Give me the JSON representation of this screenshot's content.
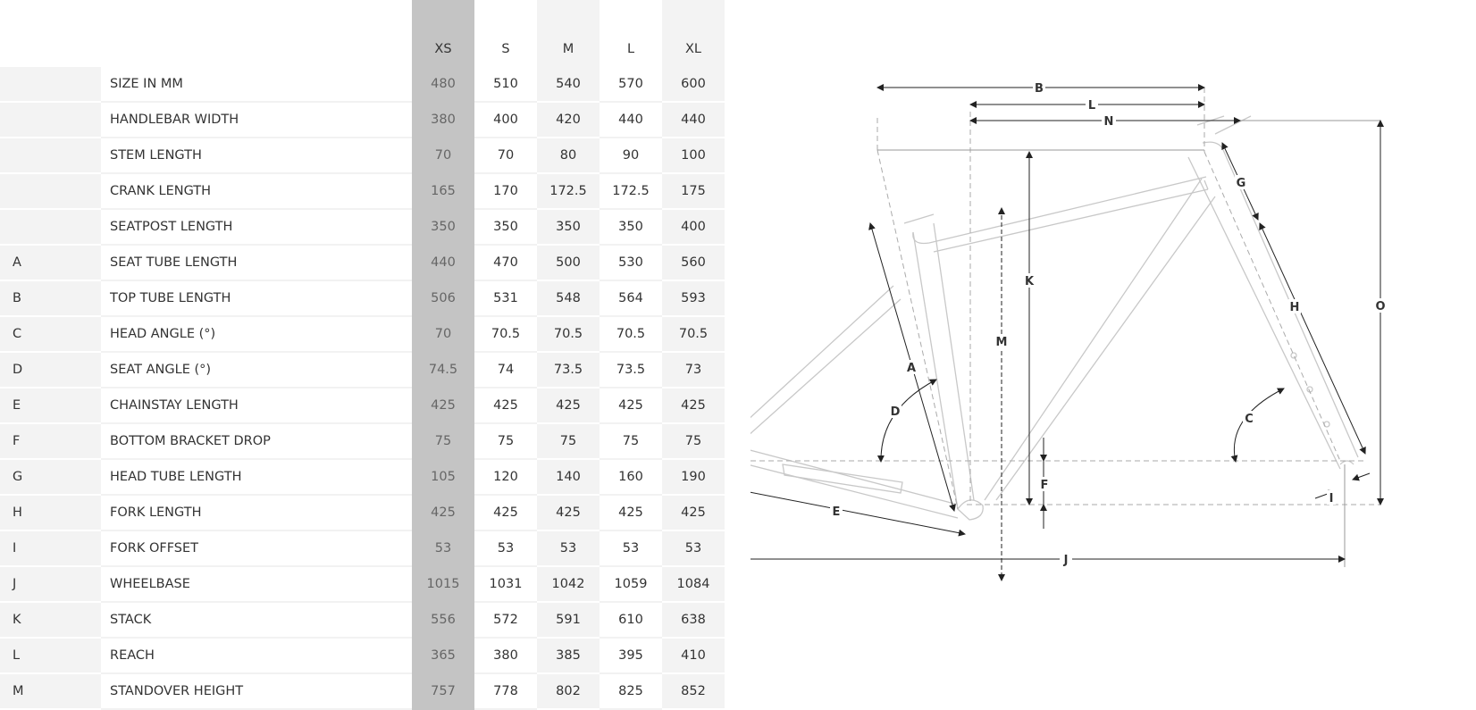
{
  "sizes": [
    "XS",
    "S",
    "M",
    "L",
    "XL"
  ],
  "rows": [
    {
      "letter": "",
      "label": "SIZE IN MM",
      "values": [
        "480",
        "510",
        "540",
        "570",
        "600"
      ]
    },
    {
      "letter": "",
      "label": "HANDLEBAR WIDTH",
      "values": [
        "380",
        "400",
        "420",
        "440",
        "440"
      ]
    },
    {
      "letter": "",
      "label": "STEM LENGTH",
      "values": [
        "70",
        "70",
        "80",
        "90",
        "100"
      ]
    },
    {
      "letter": "",
      "label": "CRANK LENGTH",
      "values": [
        "165",
        "170",
        "172.5",
        "172.5",
        "175"
      ]
    },
    {
      "letter": "",
      "label": "SEATPOST LENGTH",
      "values": [
        "350",
        "350",
        "350",
        "350",
        "400"
      ]
    },
    {
      "letter": "A",
      "label": "SEAT TUBE LENGTH",
      "values": [
        "440",
        "470",
        "500",
        "530",
        "560"
      ]
    },
    {
      "letter": "B",
      "label": "TOP TUBE LENGTH",
      "values": [
        "506",
        "531",
        "548",
        "564",
        "593"
      ]
    },
    {
      "letter": "C",
      "label": "HEAD ANGLE (°)",
      "values": [
        "70",
        "70.5",
        "70.5",
        "70.5",
        "70.5"
      ]
    },
    {
      "letter": "D",
      "label": "SEAT ANGLE (°)",
      "values": [
        "74.5",
        "74",
        "73.5",
        "73.5",
        "73"
      ]
    },
    {
      "letter": "E",
      "label": "CHAINSTAY LENGTH",
      "values": [
        "425",
        "425",
        "425",
        "425",
        "425"
      ]
    },
    {
      "letter": "F",
      "label": "BOTTOM BRACKET DROP",
      "values": [
        "75",
        "75",
        "75",
        "75",
        "75"
      ]
    },
    {
      "letter": "G",
      "label": "HEAD TUBE LENGTH",
      "values": [
        "105",
        "120",
        "140",
        "160",
        "190"
      ]
    },
    {
      "letter": "H",
      "label": "FORK LENGTH",
      "values": [
        "425",
        "425",
        "425",
        "425",
        "425"
      ]
    },
    {
      "letter": "I",
      "label": "FORK OFFSET",
      "values": [
        "53",
        "53",
        "53",
        "53",
        "53"
      ]
    },
    {
      "letter": "J",
      "label": "WHEELBASE",
      "values": [
        "1015",
        "1031",
        "1042",
        "1059",
        "1084"
      ]
    },
    {
      "letter": "K",
      "label": "STACK",
      "values": [
        "556",
        "572",
        "591",
        "610",
        "638"
      ]
    },
    {
      "letter": "L",
      "label": "REACH",
      "values": [
        "365",
        "380",
        "385",
        "395",
        "410"
      ]
    },
    {
      "letter": "M",
      "label": "STANDOVER HEIGHT",
      "values": [
        "757",
        "778",
        "802",
        "825",
        "852"
      ]
    }
  ],
  "diagram_labels": {
    "a": "A",
    "b": "B",
    "c": "C",
    "d": "D",
    "e": "E",
    "f": "F",
    "g": "G",
    "h": "H",
    "i": "I",
    "j": "J",
    "k": "K",
    "l": "L",
    "m": "M",
    "n": "N",
    "o": "O"
  },
  "colors": {
    "highlight_column": "#c4c4c4",
    "alt_column": "#f3f3f3",
    "frame_line": "#c8c8c8",
    "dimension_line": "#222222"
  }
}
